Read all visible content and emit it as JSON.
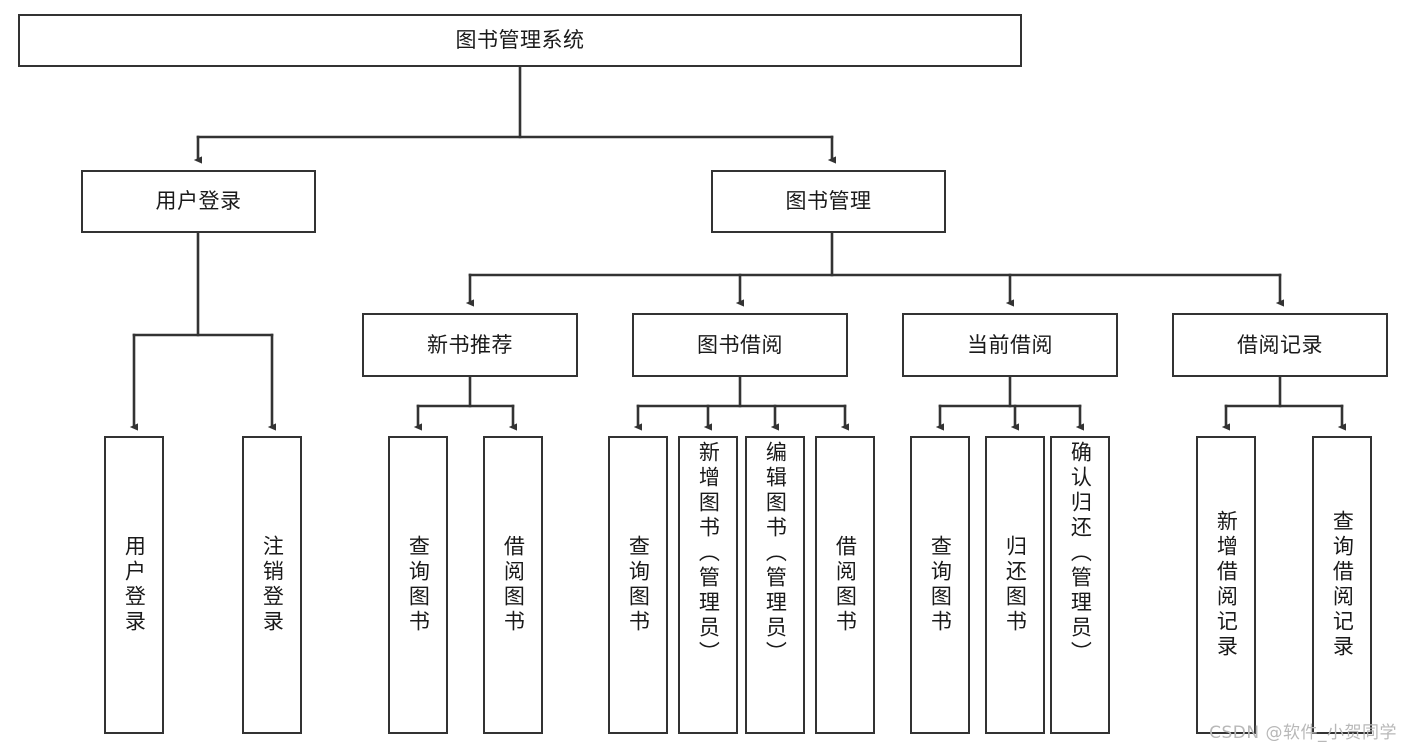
{
  "diagram": {
    "type": "tree-hierarchy",
    "title": "图书管理系统",
    "watermark": "CSDN @软件_小贺同学",
    "colors": {
      "box_border": "#333333",
      "box_fill": "#ffffff",
      "connector": "#333333",
      "text": "#1a1a1a",
      "watermark": "#b8b8b8",
      "background": "#ffffff"
    },
    "nodes": {
      "root": {
        "label": "图书管理系统"
      },
      "level2": [
        {
          "id": "user-login",
          "label": "用户登录"
        },
        {
          "id": "book-management",
          "label": "图书管理"
        }
      ],
      "level3": [
        {
          "id": "new-book-recommend",
          "label": "新书推荐"
        },
        {
          "id": "book-borrow",
          "label": "图书借阅"
        },
        {
          "id": "current-borrow",
          "label": "当前借阅"
        },
        {
          "id": "borrow-record",
          "label": "借阅记录"
        }
      ],
      "leaves": {
        "user_login": [
          {
            "id": "leaf-user-login",
            "label": "用户登录"
          },
          {
            "id": "leaf-logout-login",
            "label": "注销登录"
          }
        ],
        "new_book_recommend": [
          {
            "id": "leaf-query-book-1",
            "label": "查询图书"
          },
          {
            "id": "leaf-borrow-book-1",
            "label": "借阅图书"
          }
        ],
        "book_borrow": [
          {
            "id": "leaf-query-book-2",
            "label": "查询图书"
          },
          {
            "id": "leaf-add-book-admin",
            "label": "新增图书（管理员）"
          },
          {
            "id": "leaf-edit-book-admin",
            "label": "编辑图书（管理员）"
          },
          {
            "id": "leaf-borrow-book-2",
            "label": "借阅图书"
          }
        ],
        "current_borrow": [
          {
            "id": "leaf-query-book-3",
            "label": "查询图书"
          },
          {
            "id": "leaf-return-book",
            "label": "归还图书"
          },
          {
            "id": "leaf-confirm-return-admin",
            "label": "确认归还（管理员）"
          }
        ],
        "borrow_record": [
          {
            "id": "leaf-add-borrow-record",
            "label": "新增借阅记录"
          },
          {
            "id": "leaf-query-borrow-record",
            "label": "查询借阅记录"
          }
        ]
      }
    }
  }
}
